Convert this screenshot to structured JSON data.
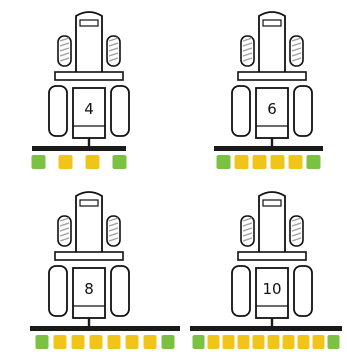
{
  "panels": [
    {
      "rows_label": "4",
      "row_units": 4
    },
    {
      "rows_label": "6",
      "row_units": 6
    },
    {
      "rows_label": "8",
      "row_units": 8
    },
    {
      "rows_label": "10",
      "row_units": 10
    }
  ],
  "colors": {
    "outline": "#111111",
    "tire_grey": "#9e9e9e",
    "row_green": "#7cc242",
    "row_yellow": "#f0c419",
    "toolbar": "#1a1a1a"
  }
}
